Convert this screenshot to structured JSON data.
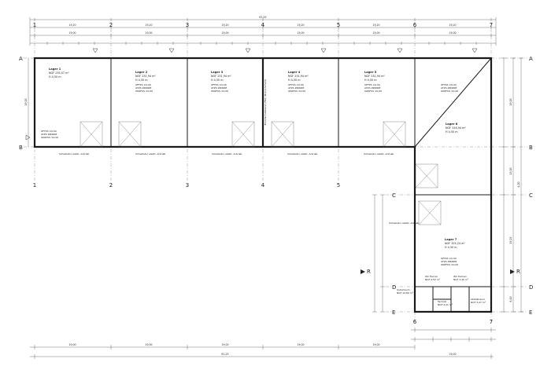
{
  "axes": {
    "top": [
      "1",
      "2",
      "3",
      "4",
      "5",
      "6",
      "7"
    ],
    "bottom": [
      "1",
      "2",
      "3",
      "4",
      "5",
      "6",
      "7"
    ],
    "left": [
      "A",
      "B"
    ],
    "right": [
      "A",
      "B",
      "C",
      "D",
      "E"
    ],
    "inner": [
      "C",
      "D",
      "E"
    ]
  },
  "overall_dimension": "61,25",
  "top_dims_row1": [
    "19,20",
    "19,20",
    "19,20",
    "19,20",
    "19,20",
    "19,20"
  ],
  "top_dims_row2": [
    "19,00",
    "19,00",
    "19,00",
    "19,00",
    "19,00",
    "19,00"
  ],
  "bottom_dims": [
    "19,00",
    "19,00",
    "19,00",
    "19,00",
    "19,00"
  ],
  "bottom_total": "61,25",
  "bottom_right_total": "19,00",
  "rooms": [
    {
      "name": "Lager 1",
      "line1": "NGF 235,57 m²",
      "line2": "H 4,50 m"
    },
    {
      "name": "Lager 2",
      "line1": "NGF 231,94 m²",
      "line2": "H 4,50 m"
    },
    {
      "name": "Lager 3",
      "line1": "NGF 231,94 m²",
      "line2": "H 4,50 m"
    },
    {
      "name": "Lager 4",
      "line1": "NGF 231,94 m²",
      "line2": "H 4,50 m"
    },
    {
      "name": "Lager 5",
      "line1": "NGF 231,94 m²",
      "line2": "H 4,50 m"
    },
    {
      "name": "Lager 6",
      "line1": "NGF 316,94 m²",
      "line2": "H 4,50 m"
    },
    {
      "name": "Lager 7",
      "line1": "NGF 325,24 m²",
      "line2": "H 4,50 m"
    }
  ],
  "room_specs": [
    "OFFKS ±0,00",
    "ATZS ZIRRIKE",
    "OKRFKS ±0,00"
  ],
  "corridor_label": "Schiebetor elektr. Antrieb",
  "firewall_label": "Brandschutzwand (F90 / Brand-Schutz)",
  "wc_rooms": [
    {
      "name": "WC Herren",
      "line": "NGF 4,52 m²"
    },
    {
      "name": "WC Damen",
      "line": "NGF 3,45 m²"
    },
    {
      "name": "Sozialraum",
      "line": "NGF 12,80 m²"
    },
    {
      "name": "Abstellraum",
      "line": "NGF 3,47 m²"
    },
    {
      "name": "Technik",
      "line": "NGF 4,21 m²"
    }
  ],
  "right_dims": [
    "19,00",
    "15,00",
    "19,25",
    "8,00",
    "4,00"
  ],
  "left_dim": "19,00",
  "section_marks": [
    "R",
    "R"
  ]
}
